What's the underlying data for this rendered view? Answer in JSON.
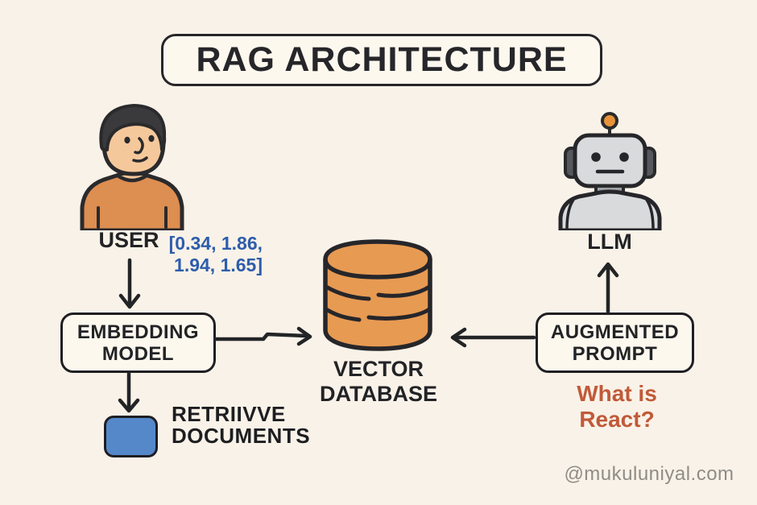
{
  "page": {
    "watermark": "@mukuluniyal.com",
    "colors": {
      "background": "#f9f2e8",
      "ink": "#26262a",
      "box_fill": "#fdf8ee",
      "vector_text_blue": "#2d5dac",
      "query_orange": "#c05a38",
      "database_orange": "#e79a52",
      "shirt_orange": "#dd8e51",
      "document_blue": "#5588c9",
      "skin": "#f5c89b",
      "robot_gray": "#d8dadb",
      "watermark_gray": "#8f8c87"
    }
  },
  "title": {
    "label": "RAG ARCHITECTURE"
  },
  "nodes": {
    "user": {
      "label": "USER",
      "icon": "person-icon"
    },
    "llm": {
      "label": "LLM",
      "icon": "robot-icon"
    },
    "embedding_model": {
      "line1": "EMBEDDING",
      "line2": "MODEL"
    },
    "vector_database": {
      "line1": "VECTOR",
      "line2": "DATABASE",
      "icon": "database-cylinder-icon"
    },
    "augmented_prompt": {
      "line1": "AUGMENTED",
      "line2": "PROMPT"
    },
    "retrieve_documents": {
      "line1": "RETRIIVVE",
      "line2": "DOCUMENTS",
      "icon": "document-chunk-icon"
    }
  },
  "annotations": {
    "embedding_vector": {
      "line1": "[0.34, 1.86,",
      "line2": "1.94, 1.65]"
    },
    "user_query": {
      "label": "What is React?"
    }
  },
  "arrows": [
    {
      "name": "user-to-embedding-model",
      "direction": "down"
    },
    {
      "name": "embedding-model-to-vector-database",
      "direction": "right"
    },
    {
      "name": "augmented-prompt-to-vector-database",
      "direction": "left"
    },
    {
      "name": "embedding-model-to-retrieved-documents",
      "direction": "down"
    },
    {
      "name": "augmented-prompt-to-llm",
      "direction": "up"
    }
  ]
}
